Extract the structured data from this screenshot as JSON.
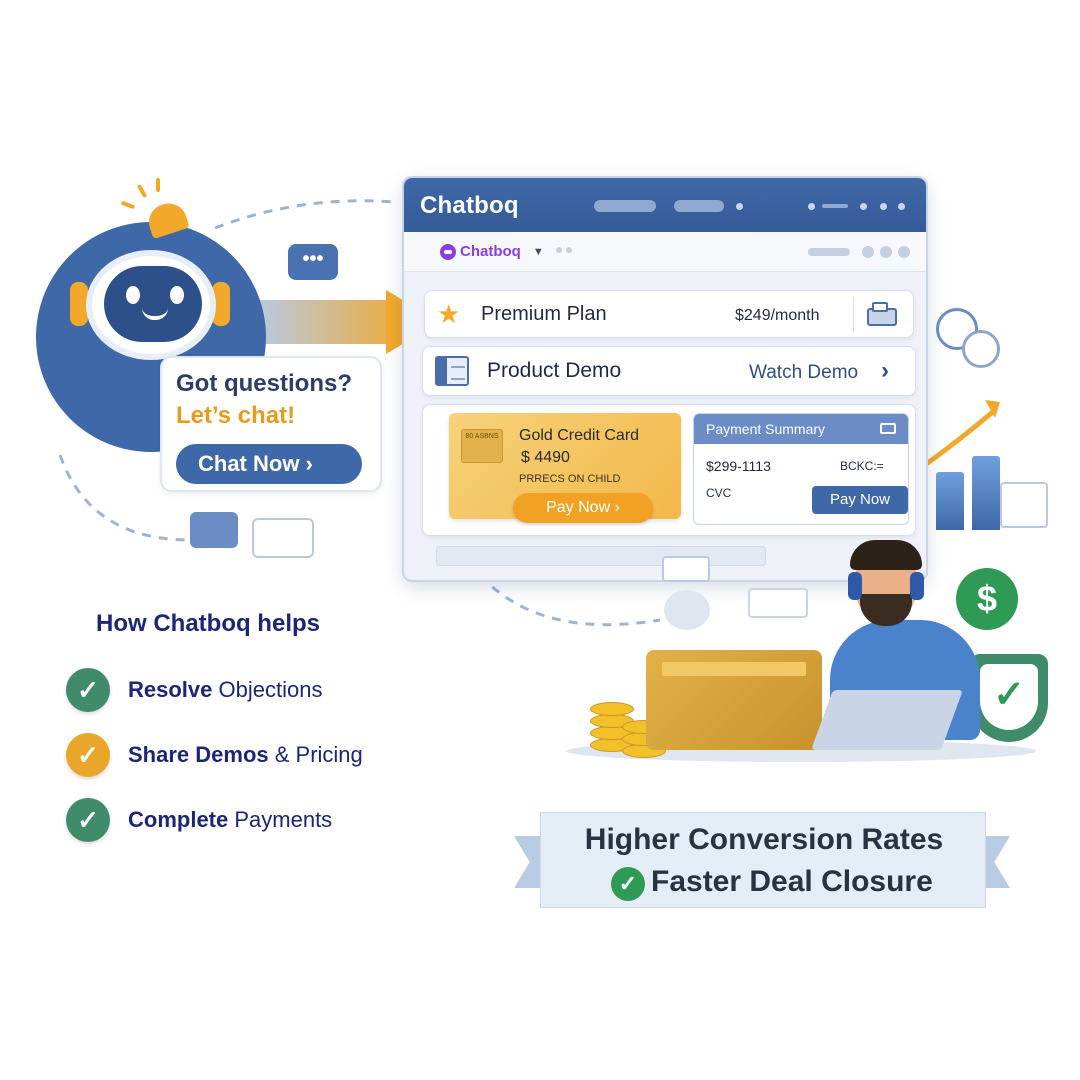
{
  "colors": {
    "brand_blue": "#3f68a8",
    "accent_orange": "#f2a92b",
    "heading_navy": "#1c2677",
    "success_green": "#2f9a56",
    "logo_purple": "#8a3ee0"
  },
  "window": {
    "title": "Chatboq",
    "toolbar": {
      "logo_text": "Chatboq",
      "dropdown_icon": "caret-down-icon"
    }
  },
  "premium": {
    "icon": "star-icon",
    "label": "Premium Plan",
    "price": "$249/month"
  },
  "demo": {
    "icon": "document-icon",
    "label": "Product Demo",
    "action": "Watch Demo",
    "action_icon": "chevron-right-icon"
  },
  "gold_card": {
    "title": "Gold Credit Card",
    "amount": "$ 4490",
    "subtitle": "PRRECS ON CHILD",
    "chip_text": "80 ASBNS",
    "pay_label": "Pay Now ›"
  },
  "payment_summary": {
    "title": "Payment Summary",
    "number": "$299-1113",
    "code": "BCKC:=",
    "cvc": "CVC",
    "pay_label": "Pay Now"
  },
  "chat_bubble": {
    "line1": "Got questions?",
    "line2": "Let’s chat!",
    "button": "Chat Now ›"
  },
  "typing_indicator": "•••",
  "helps": {
    "title": "How Chatboq helps",
    "items": [
      {
        "bold": "Resolve",
        "rest": " Objections",
        "color": "#3f8b6a"
      },
      {
        "bold": "Share Demos",
        "rest": " & Pricing",
        "color": "#e8a72a"
      },
      {
        "bold": "Complete",
        "rest": " Payments",
        "color": "#3f8b6a"
      }
    ],
    "check_icon": "✓"
  },
  "decor": {
    "dollar": "$",
    "shield_check": "✓"
  },
  "ribbon": {
    "line1": "Higher Conversion Rates",
    "line2": "Faster Deal Closure",
    "tick": "✓"
  }
}
